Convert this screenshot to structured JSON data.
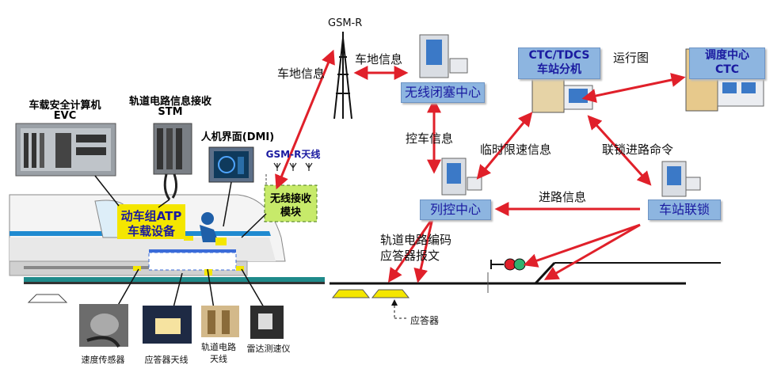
{
  "train": {
    "evc_label_1": "车载安全计算机",
    "evc_label_2": "EVC",
    "stm_label_1": "轨道电路信息接收",
    "stm_label_2": "STM",
    "dmi_label": "人机界面(DMI)",
    "gsmr_antenna_label": "GSM-R天线",
    "radio_module_1": "无线接收",
    "radio_module_2": "模块",
    "atp_label_1": "动车组ATP",
    "atp_label_2": "车载设备"
  },
  "sensors": {
    "speed_sensor": "速度传感器",
    "balise_antenna": "应答器天线",
    "track_circuit_antenna_1": "轨道电路",
    "track_circuit_antenna_2": "天线",
    "radar": "雷达测速仪"
  },
  "network": {
    "gsmr_tower": "GSM-R",
    "train_ground_info_left": "车地信息",
    "train_ground_info_right": "车地信息",
    "rbc": "无线闭塞中心",
    "control_info": "控车信息",
    "tsr_info": "临时限速信息",
    "interlock_cmd": "联锁进路命令",
    "ctc_station_1": "CTC/TDCS",
    "ctc_station_2": "车站分机",
    "run_chart": "运行图",
    "dispatch_1": "调度中心",
    "dispatch_2": "CTC",
    "tcc": "列控中心",
    "route_info": "进路信息",
    "interlocking": "车站联锁",
    "track_coding_1": "轨道电路编码",
    "track_coding_2": "应答器报文",
    "balise": "应答器"
  },
  "colors": {
    "arrow": "#e0202a",
    "box_fill": "#8db5e0",
    "box_text": "#1a1aa0",
    "yellow": "#f4e600"
  }
}
